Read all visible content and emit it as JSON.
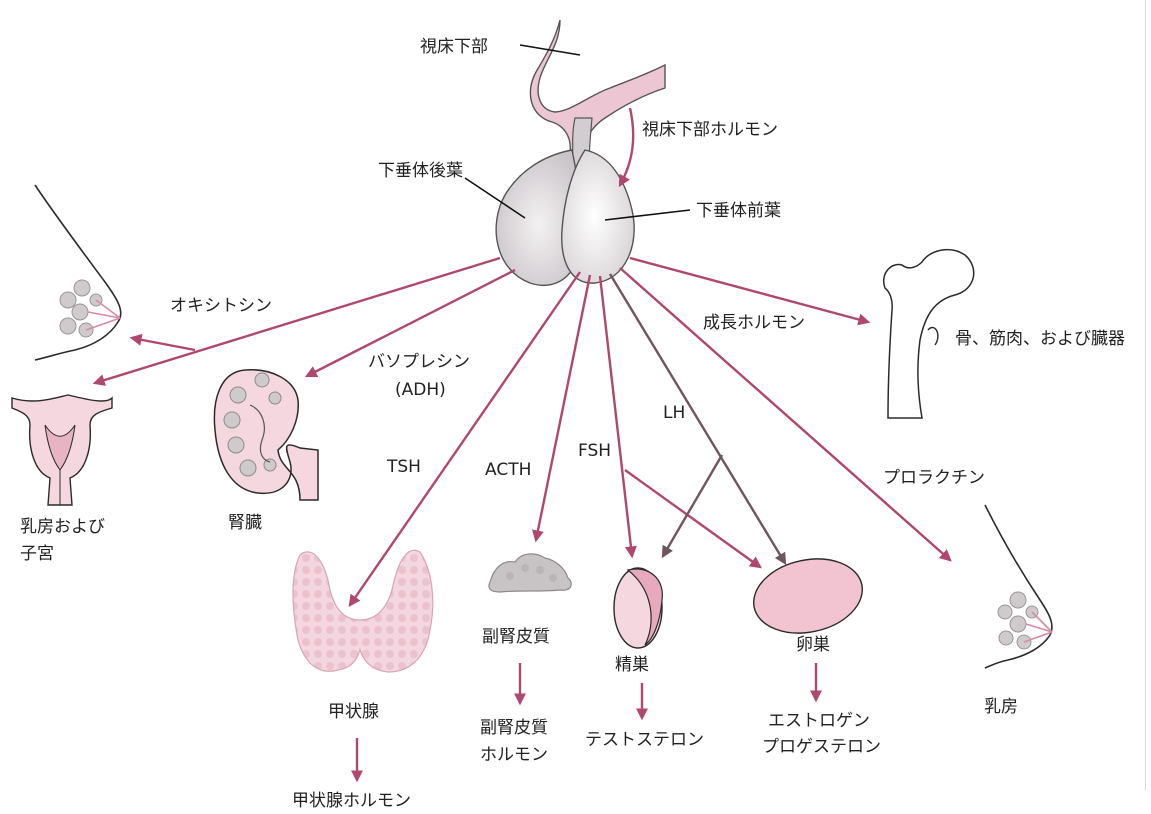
{
  "colors": {
    "hormone_arrow": "#b0476e",
    "lh_arrow": "#6e5560",
    "pituitary_fill": "#d4d0d3",
    "organ_pink": "#f2d3dc",
    "organ_gray": "#c8c4c6",
    "leader_line": "#111111"
  },
  "pituitary": {
    "hypothalamus": "視床下部",
    "hypothalamic_hormone": "視床下部ホルモン",
    "posterior_lobe": "下垂体後葉",
    "anterior_lobe": "下垂体前葉"
  },
  "hormones": {
    "oxytocin": "オキシトシン",
    "vasopressin_line1": "バソプレシン",
    "vasopressin_line2": "(ADH)",
    "tsh": "TSH",
    "acth": "ACTH",
    "fsh": "FSH",
    "lh": "LH",
    "growth_hormone": "成長ホルモン",
    "prolactin": "プロラクチン"
  },
  "targets": {
    "breast_uterus_line1": "乳房および",
    "breast_uterus_line2": "子宮",
    "kidney": "腎臓",
    "thyroid": "甲状腺",
    "adrenal_cortex": "副腎皮質",
    "testis": "精巣",
    "ovary": "卵巣",
    "breast": "乳房",
    "bone_muscle_organs": "骨、筋肉、および臓器"
  },
  "products": {
    "thyroid_hormone": "甲状腺ホルモン",
    "adrenal_hormone_line1": "副腎皮質",
    "adrenal_hormone_line2": "ホルモン",
    "testosterone": "テストステロン",
    "ovary_hormone_line1": "エストロゲン",
    "ovary_hormone_line2": "プロゲステロン"
  },
  "icons": [
    "pituitary-gland-icon",
    "breast-icon",
    "uterus-icon",
    "kidney-icon",
    "thyroid-icon",
    "adrenal-gland-icon",
    "testis-icon",
    "ovary-icon",
    "femur-bone-icon"
  ]
}
